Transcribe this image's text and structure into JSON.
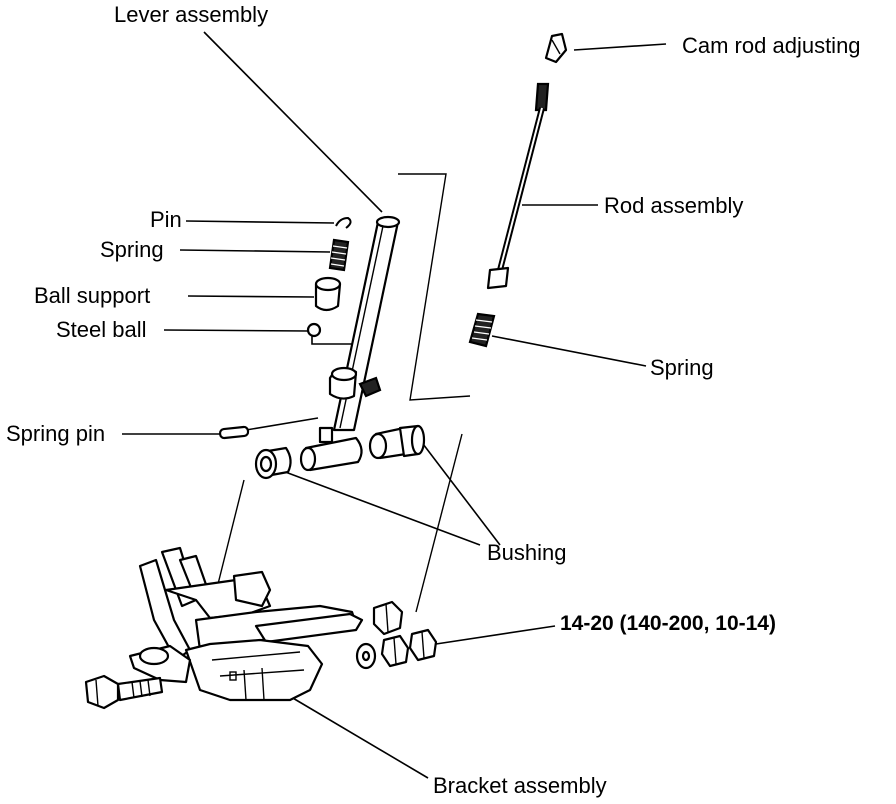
{
  "labels": {
    "lever_assembly": "Lever assembly",
    "cam_rod_adjusting": "Cam rod adjusting",
    "rod_assembly": "Rod assembly",
    "pin": "Pin",
    "spring_upper": "Spring",
    "ball_support": "Ball support",
    "steel_ball": "Steel ball",
    "spring_right": "Spring",
    "spring_pin": "Spring pin",
    "bushing": "Bushing",
    "torque_spec": "14-20 (140-200, 10-14)",
    "bracket_assembly": "Bracket assembly"
  }
}
